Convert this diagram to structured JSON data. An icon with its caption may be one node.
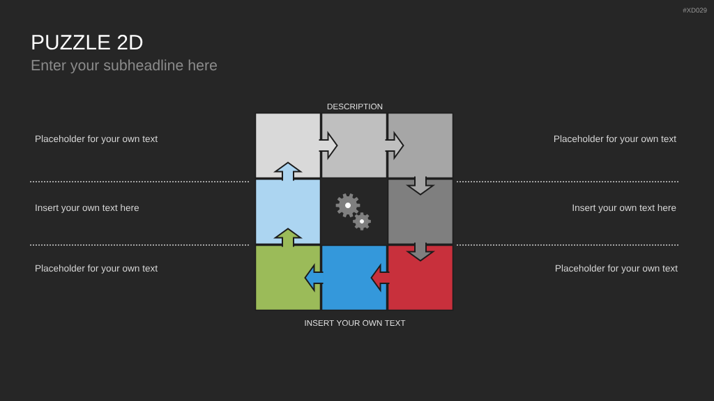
{
  "diagram": {
    "title": "PUZZLE 2D",
    "nodes": [
      {
        "text": [],
        "shape": "box"
      },
      {
        "text": [],
        "shape": "box"
      },
      {
        "text": [],
        "shape": "box"
      },
      {
        "text": [],
        "shape": "box"
      },
      {
        "text": [],
        "shape": "box"
      },
      {
        "text": [],
        "shape": "box"
      },
      {
        "text": [],
        "shape": "box"
      },
      {
        "text": [],
        "shape": "box"
      }
    ],
    "edges": [
      {
        "from": 0,
        "to": 1,
        "arrow": "to"
      },
      {
        "from": 1,
        "to": 2,
        "arrow": "to"
      },
      {
        "from": 2,
        "to": 4,
        "arrow": "to"
      },
      {
        "from": 4,
        "to": 7,
        "arrow": "to"
      },
      {
        "from": 7,
        "to": 6,
        "arrow": "to"
      },
      {
        "from": 6,
        "to": 5,
        "arrow": "to"
      },
      {
        "from": 5,
        "to": 3,
        "arrow": "to"
      },
      {
        "from": 3,
        "to": 0,
        "arrow": "to"
      }
    ],
    "labels": [
      "#XD029",
      "Enter your subheadline here",
      "DESCRIPTION",
      "Placeholder for your own text",
      "Placeholder for your own text",
      "Insert your own text here",
      "Insert your own text here",
      "Placeholder for your own text",
      "Placeholder for your own text",
      "INSERT YOUR OWN TEXT"
    ]
  }
}
